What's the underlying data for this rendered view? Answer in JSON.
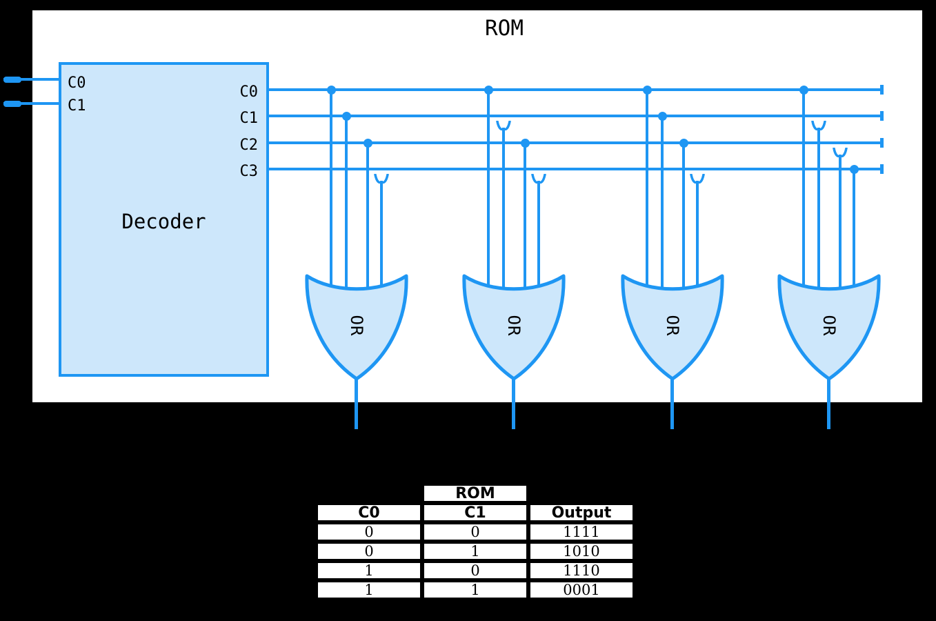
{
  "title": "ROM",
  "colors": {
    "background": "#000000",
    "panel": "#ffffff",
    "wire_blue": "#1e96f3",
    "gate_fill": "#cde7fb",
    "text": "#000000"
  },
  "decoder": {
    "label": "Decoder",
    "input_labels": [
      "C0",
      "C1"
    ],
    "output_labels": [
      "C0",
      "C1",
      "C2",
      "C3"
    ]
  },
  "gates": [
    {
      "label": "OR",
      "connected_lines": [
        "C0",
        "C1",
        "C2"
      ],
      "crossover_lines": [
        "C3"
      ]
    },
    {
      "label": "OR",
      "connected_lines": [
        "C0",
        "C2"
      ],
      "crossover_lines": [
        "C1",
        "C3"
      ]
    },
    {
      "label": "OR",
      "connected_lines": [
        "C0",
        "C1",
        "C2"
      ],
      "crossover_lines": [
        "C3"
      ]
    },
    {
      "label": "OR",
      "connected_lines": [
        "C0",
        "C3"
      ],
      "crossover_lines": [
        "C1",
        "C2"
      ]
    }
  ],
  "truth_table": {
    "title": "ROM",
    "columns": [
      "C0",
      "C1",
      "Output"
    ],
    "rows": [
      [
        "0",
        "0",
        "1111"
      ],
      [
        "0",
        "1",
        "1010"
      ],
      [
        "1",
        "0",
        "1110"
      ],
      [
        "1",
        "1",
        "0001"
      ]
    ]
  }
}
